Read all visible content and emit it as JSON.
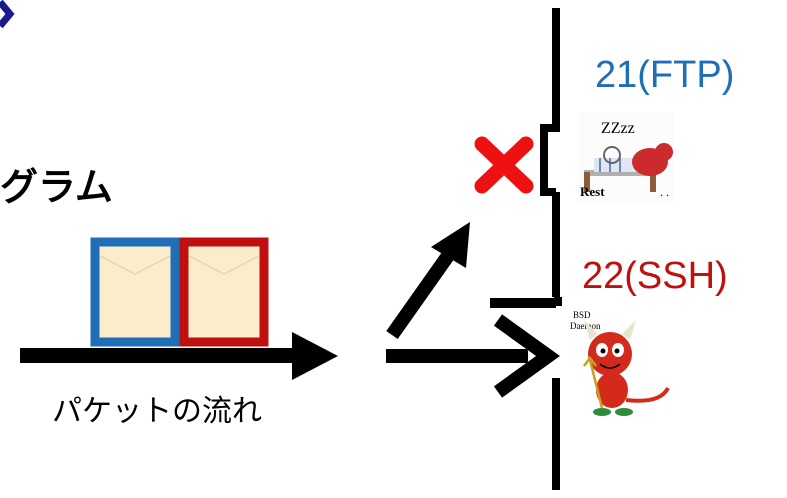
{
  "labels": {
    "program_fragment": "グラム",
    "packet_flow": "パケットの流れ",
    "port_ftp": "21(FTP)",
    "port_ssh": "22(SSH)"
  },
  "illustrations": {
    "sleeping_daemon_sign": "Rest",
    "sleeping_daemon_zzz": "ZZzz",
    "bsd_daemon_caption_line1": "BSD",
    "bsd_daemon_caption_line2": "Daemon"
  },
  "packets": [
    {
      "border_color": "#1f6fb8",
      "fill_color": "#fbeccb"
    },
    {
      "border_color": "#c00f0f",
      "fill_color": "#fbeccb"
    }
  ],
  "colors": {
    "ftp_label": "#1f6fb8",
    "ssh_label": "#c00f0f",
    "blocked_mark": "#ee1111",
    "corner_mark": "#1a1a8c",
    "arrow": "#000000"
  },
  "icons": {
    "blocked": "x-mark-icon",
    "corner": "chevron-icon"
  }
}
